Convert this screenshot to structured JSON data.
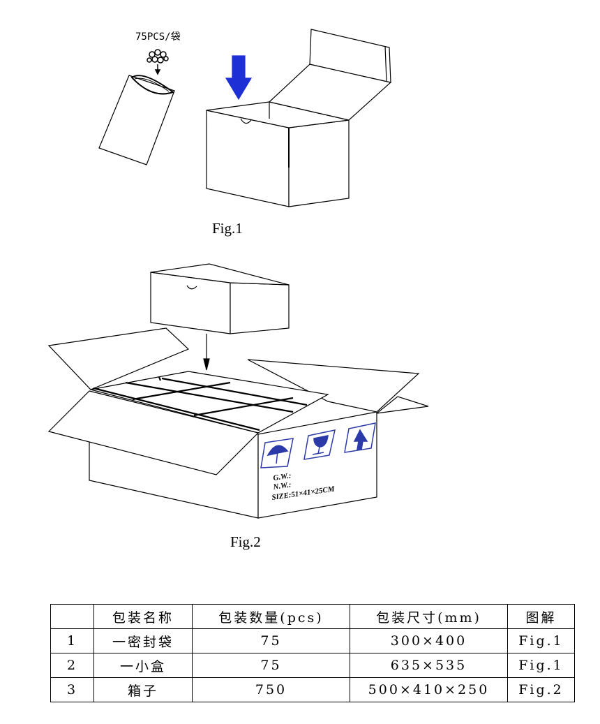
{
  "figures": [
    {
      "caption": "Fig.1"
    },
    {
      "caption": "Fig.2"
    }
  ],
  "bag_label": "75PCS/袋",
  "carton_marking": {
    "lines": [
      "G.W.:",
      "N.W.:",
      "SIZE:51×41×25CM"
    ],
    "symbols": [
      "umbrella-icon",
      "fragile-glass-icon",
      "this-way-up-icon"
    ],
    "symbol_color": "#2b3aa8"
  },
  "arrow_color": "#1f2fd6",
  "table": {
    "headers": [
      "",
      "包装名称",
      "包装数量(pcs)",
      "包装尺寸(mm)",
      "图解"
    ],
    "rows": [
      [
        "1",
        "一密封袋",
        "75",
        "300×400",
        "Fig.1"
      ],
      [
        "2",
        "一小盒",
        "75",
        "635×535",
        "Fig.1"
      ],
      [
        "3",
        "箱子",
        "750",
        "500×410×250",
        "Fig.2"
      ]
    ]
  }
}
